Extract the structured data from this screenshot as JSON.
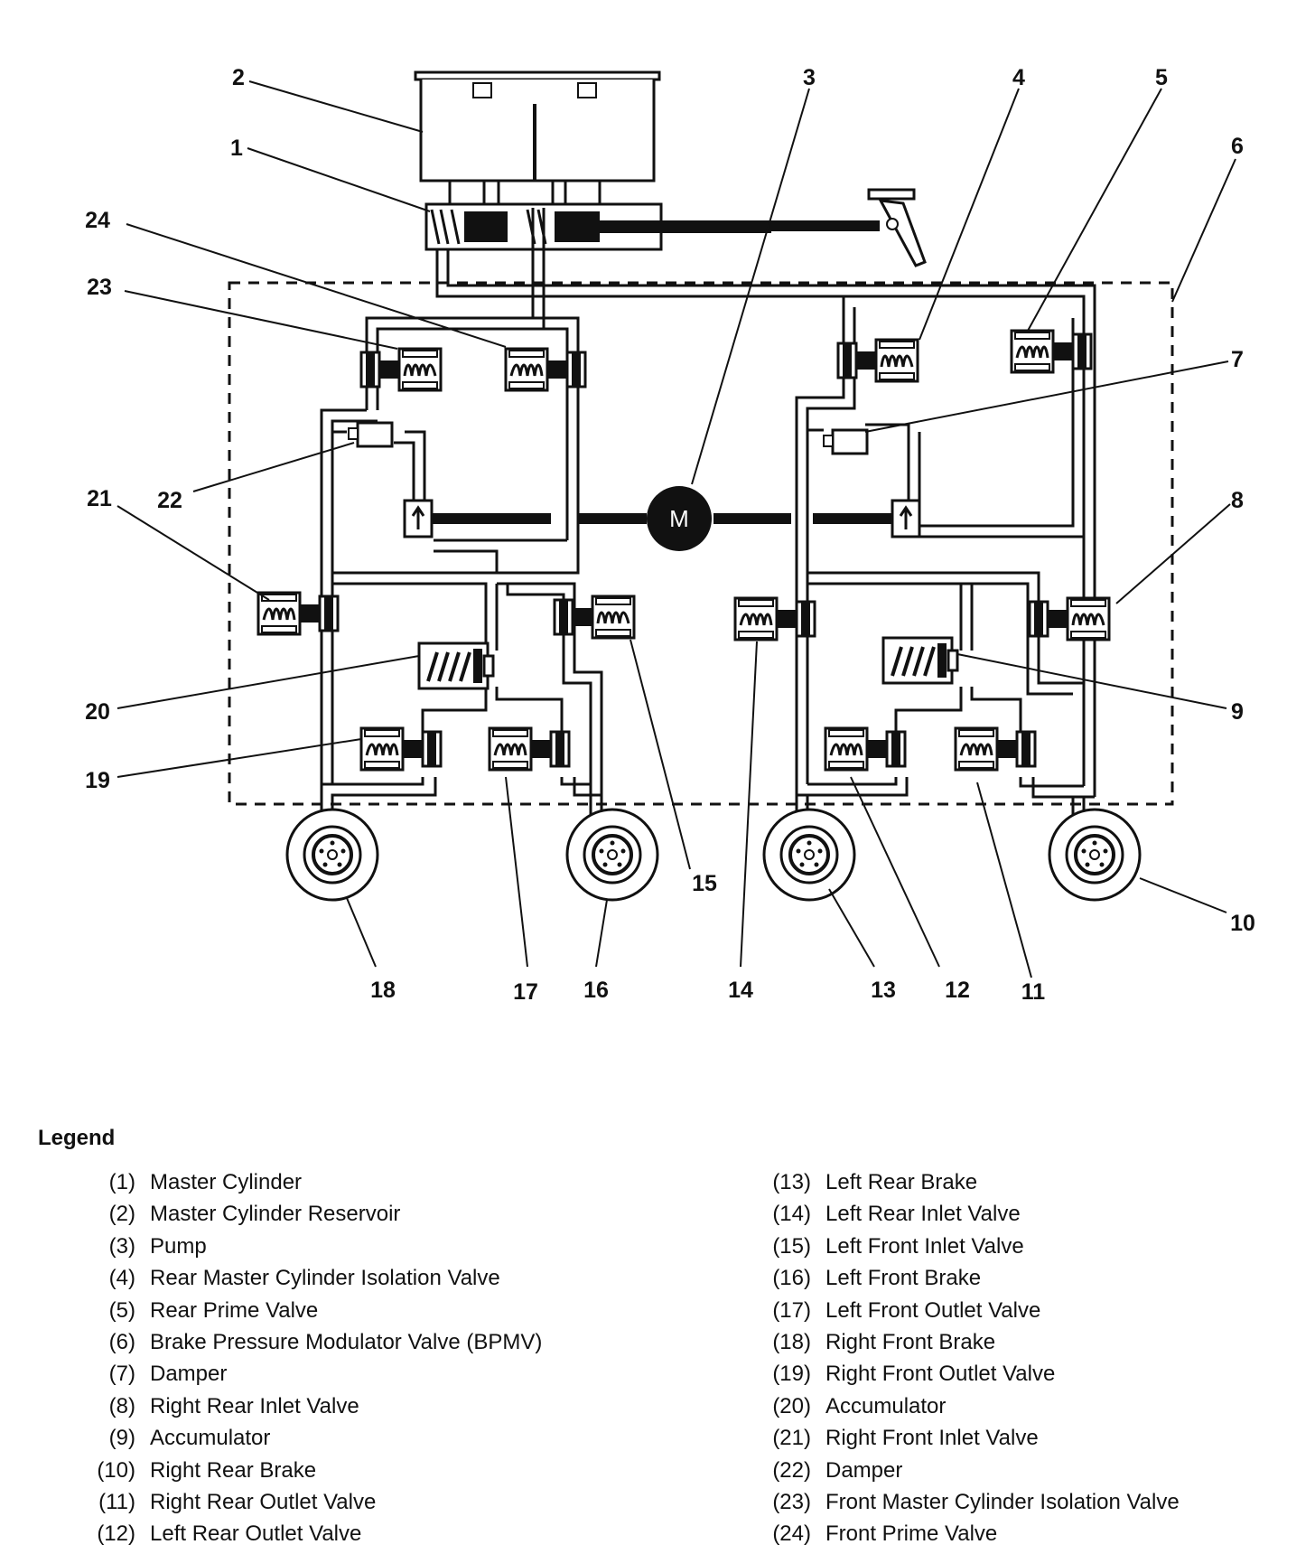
{
  "diagram": {
    "callouts": [
      "1",
      "2",
      "3",
      "4",
      "5",
      "6",
      "7",
      "8",
      "9",
      "10",
      "11",
      "12",
      "13",
      "14",
      "15",
      "16",
      "17",
      "18",
      "19",
      "20",
      "21",
      "22",
      "23",
      "24"
    ],
    "motor_label": "M"
  },
  "legend": {
    "title": "Legend",
    "left": [
      {
        "num": "(1)",
        "text": "Master Cylinder"
      },
      {
        "num": "(2)",
        "text": "Master Cylinder Reservoir"
      },
      {
        "num": "(3)",
        "text": "Pump"
      },
      {
        "num": "(4)",
        "text": "Rear Master Cylinder Isolation Valve"
      },
      {
        "num": "(5)",
        "text": "Rear Prime Valve"
      },
      {
        "num": "(6)",
        "text": "Brake Pressure Modulator Valve (BPMV)"
      },
      {
        "num": "(7)",
        "text": "Damper"
      },
      {
        "num": "(8)",
        "text": "Right Rear Inlet Valve"
      },
      {
        "num": "(9)",
        "text": "Accumulator"
      },
      {
        "num": "(10)",
        "text": "Right Rear Brake"
      },
      {
        "num": "(11)",
        "text": "Right Rear Outlet Valve"
      },
      {
        "num": "(12)",
        "text": "Left Rear Outlet Valve"
      }
    ],
    "right": [
      {
        "num": "(13)",
        "text": "Left Rear Brake"
      },
      {
        "num": "(14)",
        "text": "Left Rear Inlet Valve"
      },
      {
        "num": "(15)",
        "text": "Left Front Inlet Valve"
      },
      {
        "num": "(16)",
        "text": "Left Front Brake"
      },
      {
        "num": "(17)",
        "text": "Left Front Outlet Valve"
      },
      {
        "num": "(18)",
        "text": "Right Front Brake"
      },
      {
        "num": "(19)",
        "text": "Right Front Outlet Valve"
      },
      {
        "num": "(20)",
        "text": "Accumulator"
      },
      {
        "num": "(21)",
        "text": "Right Front Inlet Valve"
      },
      {
        "num": "(22)",
        "text": "Damper"
      },
      {
        "num": "(23)",
        "text": "Front Master Cylinder Isolation Valve"
      },
      {
        "num": "(24)",
        "text": "Front Prime Valve"
      }
    ]
  }
}
